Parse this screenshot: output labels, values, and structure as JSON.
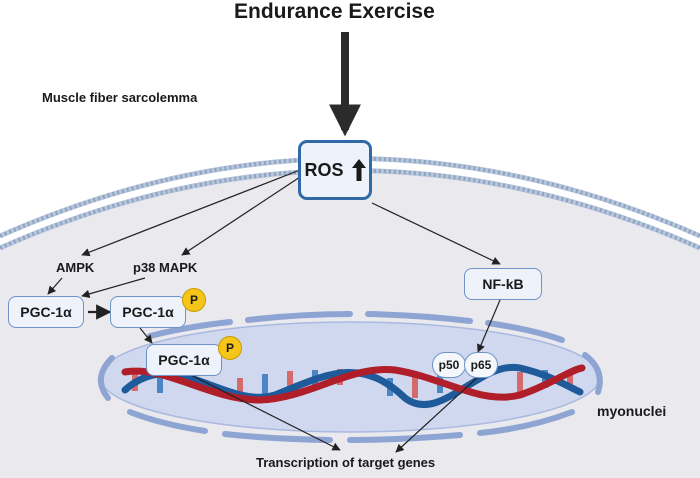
{
  "title": "Endurance Exercise",
  "membrane_label": "Muscle fiber sarcolemma",
  "ros": {
    "label": "ROS",
    "arrow_glyph": "🠉"
  },
  "kinases": {
    "ampk": "AMPK",
    "p38": "p38 MAPK"
  },
  "pgc": {
    "unphos": "PGC-1α",
    "phos": "PGC-1α",
    "nuclear": "PGC-1α"
  },
  "phospho_badge": "P",
  "nfkb": "NF-kB",
  "subunits": {
    "p50": "p50",
    "p65": "p65"
  },
  "nucleus_label": "myonuclei",
  "outcome": "Transcription of target genes",
  "colors": {
    "cytoplasm": "#e9e9ee",
    "membrane": "#9fb1cb",
    "nucleus_fill": "#cfd8ee",
    "nucleus_rim": "#8ea5d4",
    "box_fill": "#eef3fb",
    "box_border": "#6f93c9",
    "ros_border": "#2f6aa6",
    "phospho": "#f5c518",
    "dna_blue": "#1f5a9a",
    "dna_red": "#b01e2a"
  }
}
